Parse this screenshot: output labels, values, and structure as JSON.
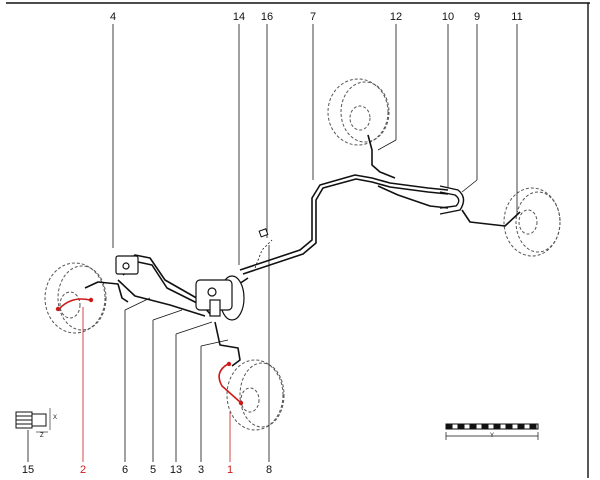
{
  "colors": {
    "ink": "#111111",
    "hose": "#cc1a1a",
    "wheel": "#555555"
  },
  "callouts_top": [
    "4",
    "14",
    "16",
    "7",
    "12",
    "10",
    "9",
    "11"
  ],
  "callouts_bottom": [
    {
      "label": "15",
      "color": "black"
    },
    {
      "label": "2",
      "color": "red"
    },
    {
      "label": "6",
      "color": "black"
    },
    {
      "label": "5",
      "color": "black"
    },
    {
      "label": "13",
      "color": "black"
    },
    {
      "label": "3",
      "color": "black"
    },
    {
      "label": "1",
      "color": "red"
    },
    {
      "label": "8",
      "color": "black"
    }
  ],
  "detail_labels": {
    "x": "X",
    "z": "Z"
  },
  "scale_label": "Y"
}
